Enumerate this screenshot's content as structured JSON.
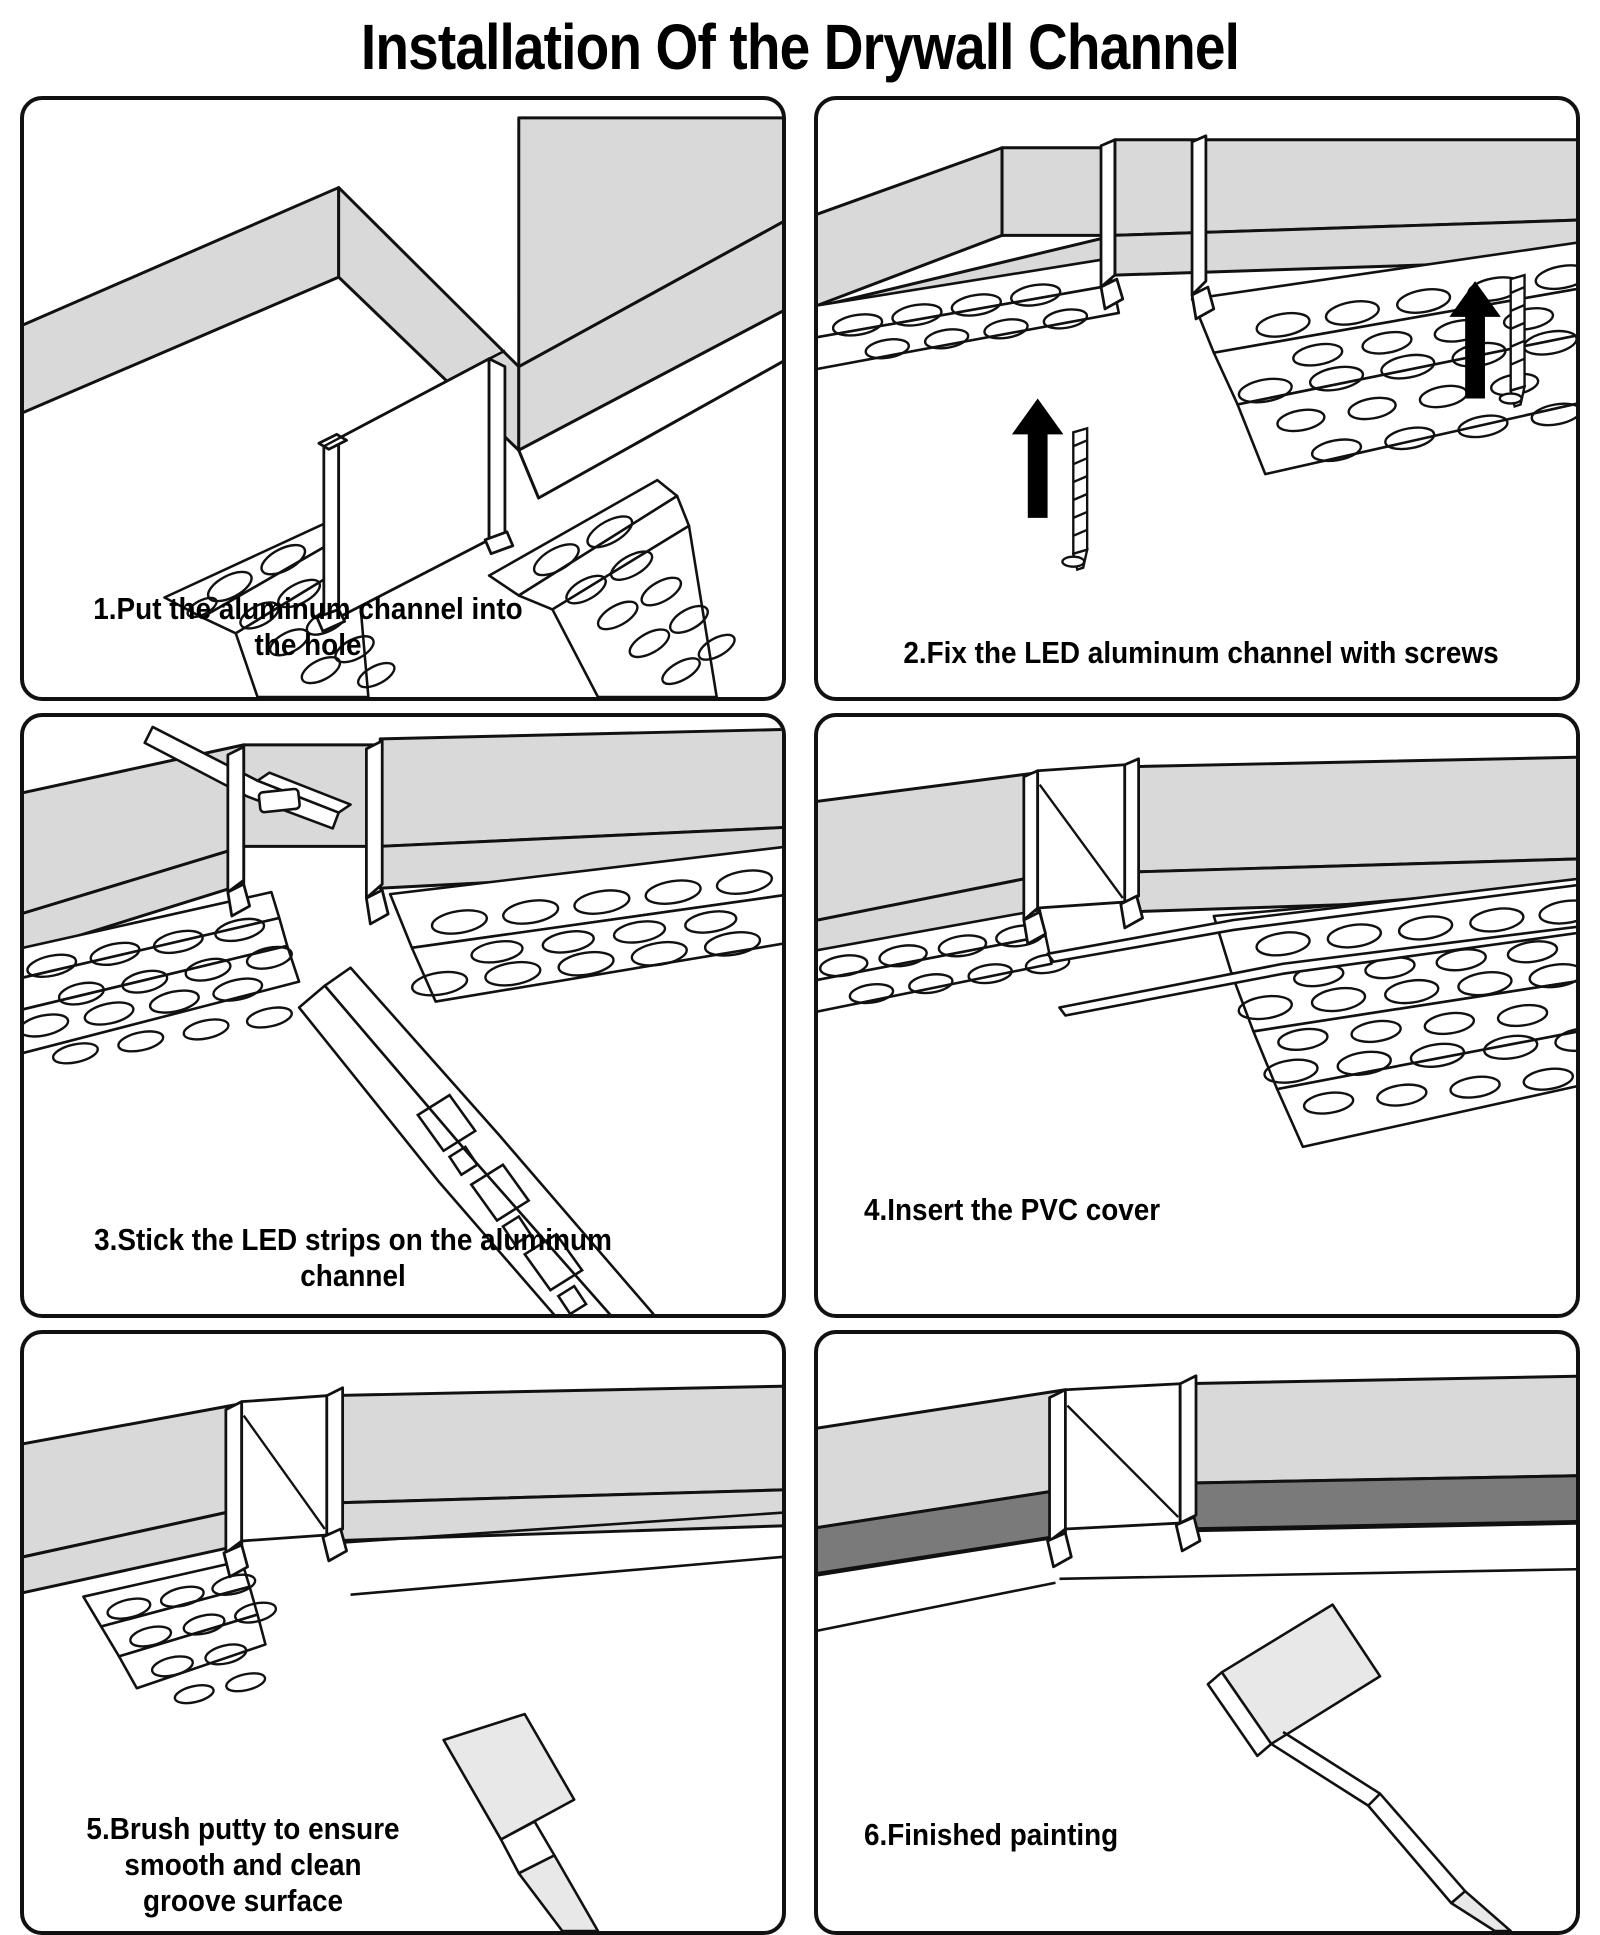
{
  "title": "Installation Of the Drywall Channel",
  "colors": {
    "drywall_light": "#d9d9d9",
    "drywall_dark": "#7a7a7a",
    "outline": "#111111",
    "tool_fill": "#e8e8e8",
    "background": "#ffffff"
  },
  "steps": [
    {
      "number": "1",
      "caption": "1.Put the aluminum channel into\nthe hole",
      "art_name": "channel-into-hole-illustration",
      "elements": [
        "drywall-slab",
        "gap-recess",
        "aluminum-channel",
        "perforated-flange"
      ]
    },
    {
      "number": "2",
      "caption": "2.Fix the LED aluminum channel with screws",
      "art_name": "fix-channel-with-screws-illustration",
      "elements": [
        "drywall-slab",
        "aluminum-channel",
        "perforated-flange",
        "screw",
        "screw",
        "up-arrow",
        "up-arrow"
      ]
    },
    {
      "number": "3",
      "caption": "3.Stick the LED strips on the aluminum\nchannel",
      "art_name": "stick-led-strips-illustration",
      "elements": [
        "drywall-slab",
        "aluminum-channel",
        "perforated-flange",
        "led-strip"
      ]
    },
    {
      "number": "4",
      "caption": "4.Insert the PVC cover",
      "art_name": "insert-pvc-cover-illustration",
      "elements": [
        "drywall-slab",
        "aluminum-channel",
        "pvc-cover",
        "perforated-flange"
      ]
    },
    {
      "number": "5",
      "caption": "5.Brush putty to ensure\nsmooth and clean\ngroove surface",
      "art_name": "brush-putty-illustration",
      "elements": [
        "drywall-slab",
        "aluminum-channel",
        "perforated-flange",
        "putty-knife"
      ]
    },
    {
      "number": "6",
      "caption": "6.Finished painting",
      "art_name": "finished-painting-illustration",
      "elements": [
        "drywall-slab",
        "painted-band",
        "aluminum-channel",
        "paint-roller"
      ]
    }
  ]
}
